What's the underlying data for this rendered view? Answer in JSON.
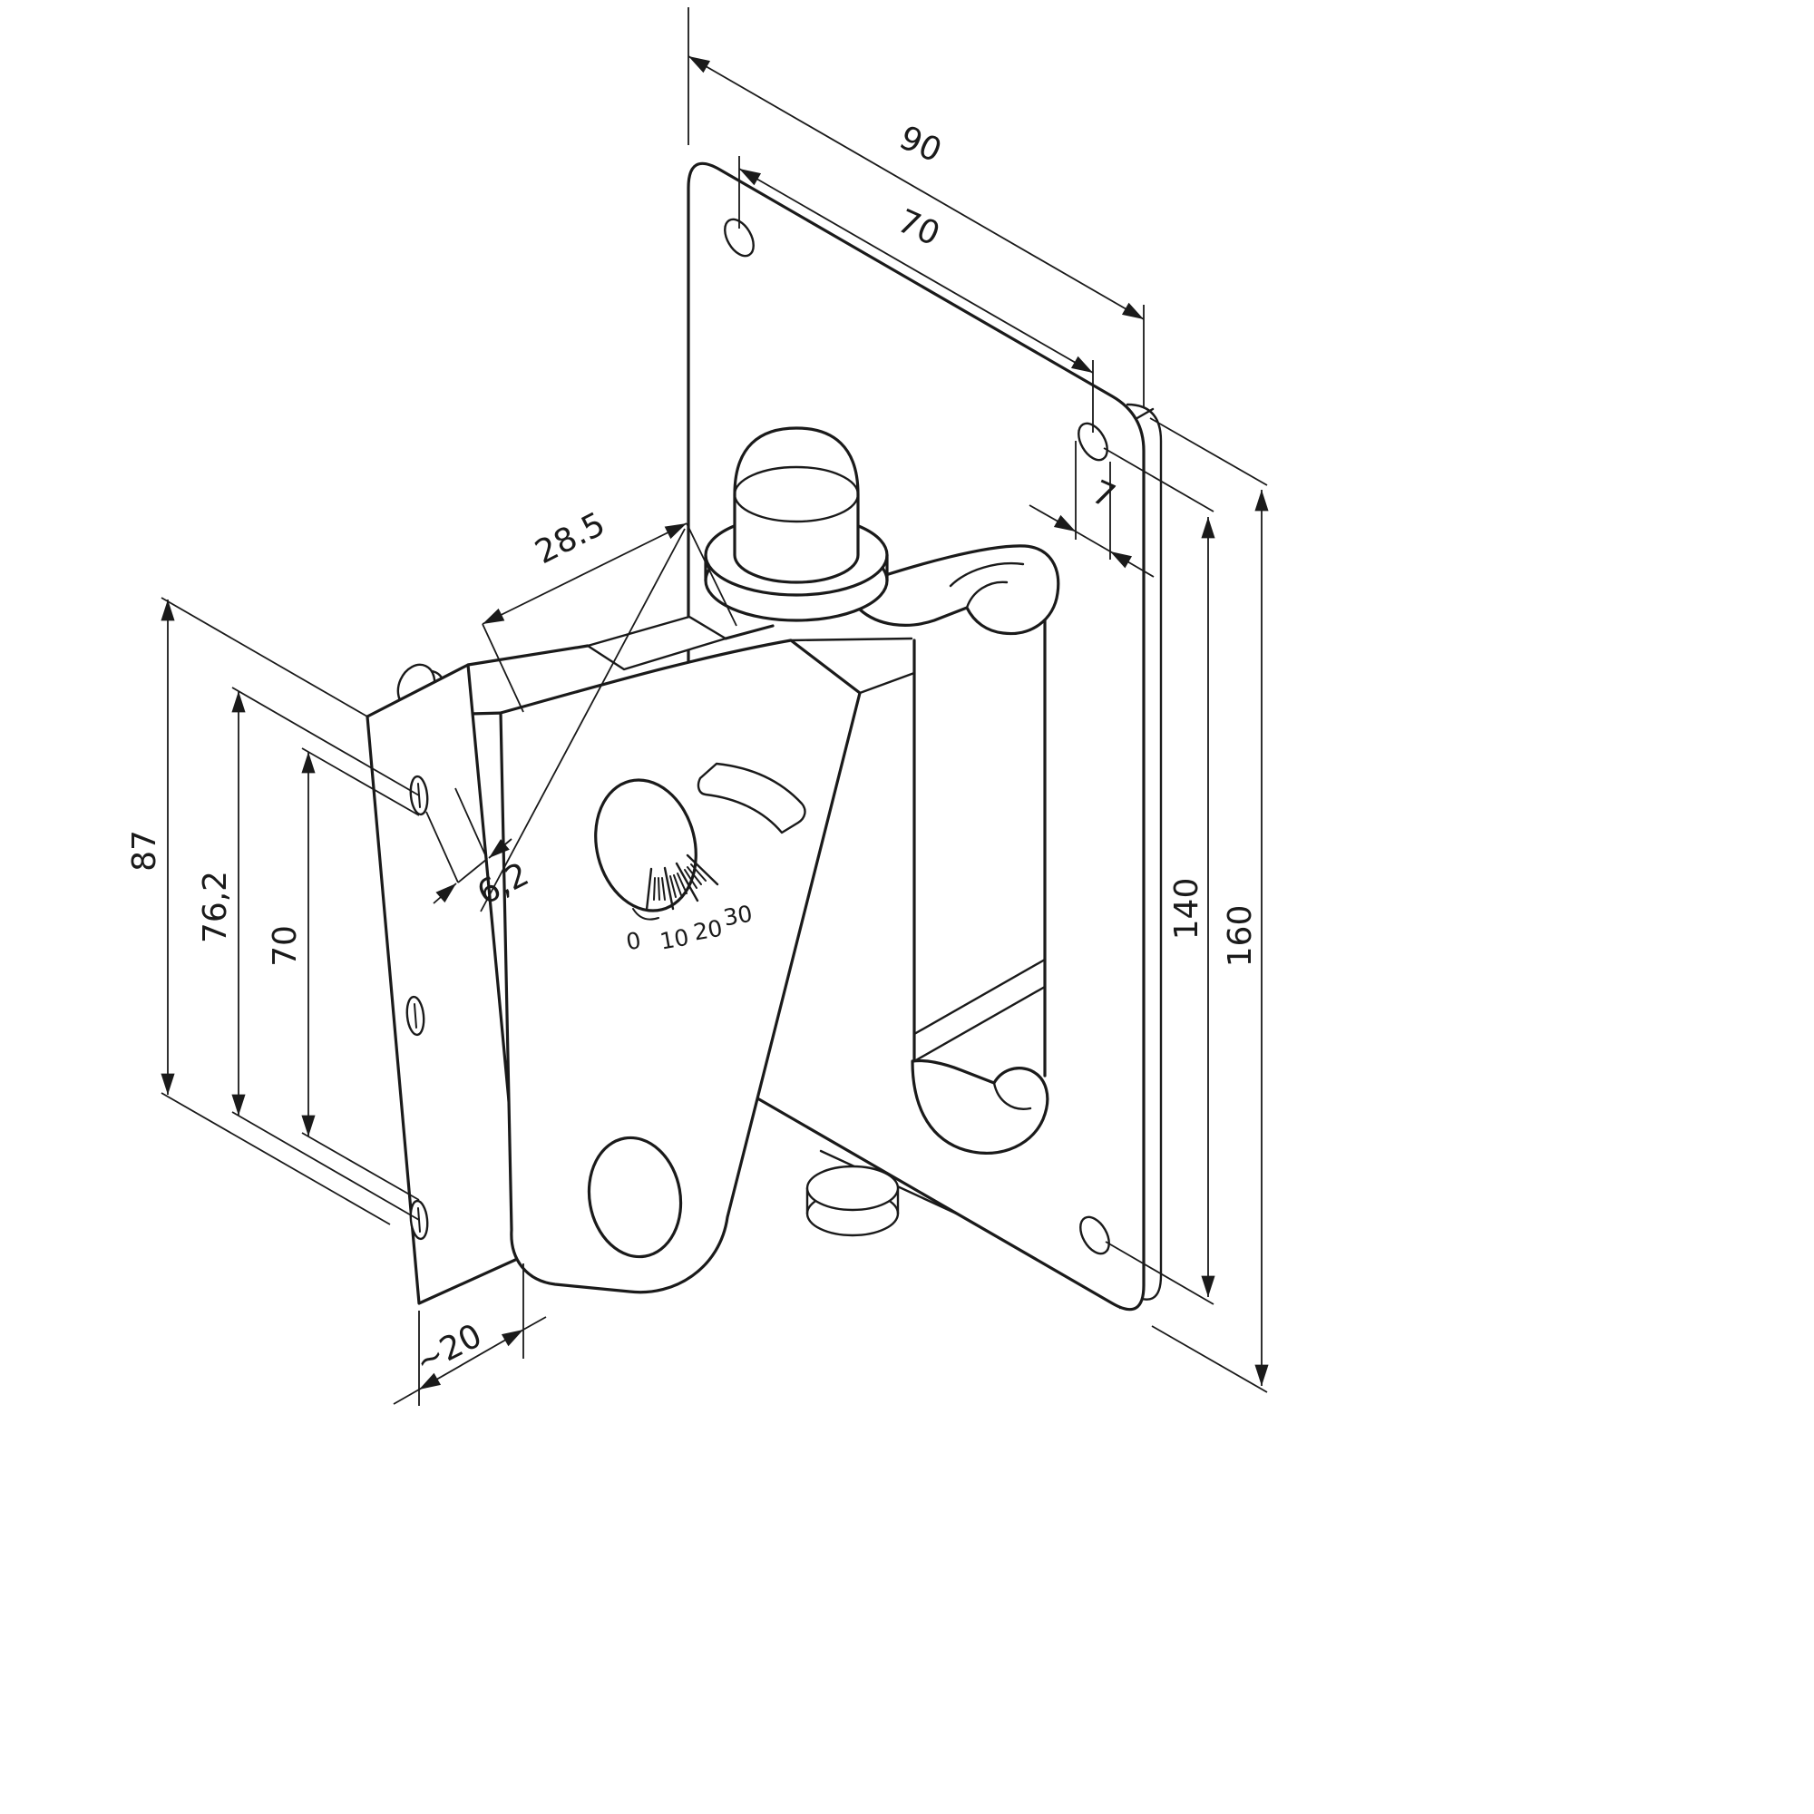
{
  "drawing": {
    "type": "technical-dimension-drawing",
    "subject": "speaker wall-mount bracket, isometric projection",
    "line_color": "#1a1a1a",
    "background_color": "#ffffff",
    "dims": {
      "plate_width": "90",
      "plate_hole_pitch_h": "70",
      "plate_slot_width": "7",
      "plate_height": "160",
      "plate_hole_pitch_v": "140",
      "channel_width": "28.5",
      "front_slot_width": "6,2",
      "bracket_plate_height": "87",
      "bracket_slot_pitch_outer": "76,2",
      "bracket_slot_pitch_inner": "70",
      "bracket_depth": "~20"
    },
    "tilt_scale": {
      "labels": [
        "0",
        "10",
        "20",
        "30"
      ]
    }
  }
}
